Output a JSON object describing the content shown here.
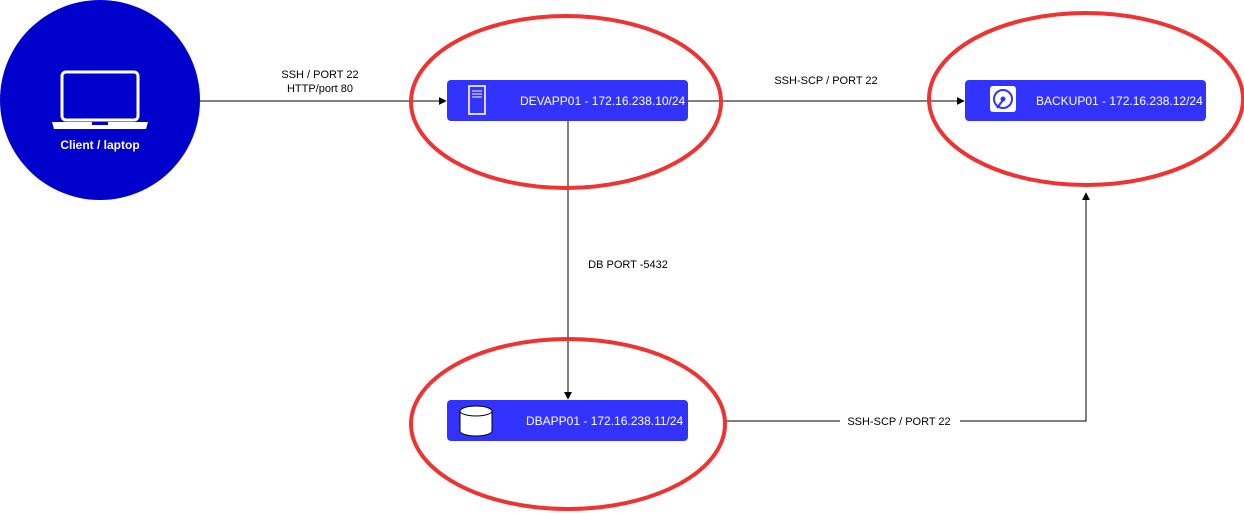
{
  "colors": {
    "node_fill": "#3333ff",
    "client_fill": "#0000cc",
    "highlight_ring": "#ee3333",
    "edge": "#000000",
    "label_text": "#ffffff"
  },
  "client": {
    "label": "Client / laptop",
    "icon": "laptop-icon"
  },
  "nodes": {
    "devapp": {
      "label": "DEVAPP01 - 172.16.238.10/24",
      "icon": "server-icon"
    },
    "backup": {
      "label": "BACKUP01 - 172.16.238.12/24",
      "icon": "hard-disk-icon"
    },
    "dbapp": {
      "label": "DBAPP01 - 172.16.238.11/24",
      "icon": "database-icon"
    }
  },
  "edges": {
    "client_to_devapp": {
      "line1": "SSH / PORT 22",
      "line2": "HTTP/port 80"
    },
    "devapp_to_backup": {
      "label": "SSH-SCP / PORT 22"
    },
    "devapp_to_dbapp": {
      "label": "DB PORT -5432"
    },
    "dbapp_to_backup": {
      "label": "SSH-SCP / PORT 22"
    }
  }
}
